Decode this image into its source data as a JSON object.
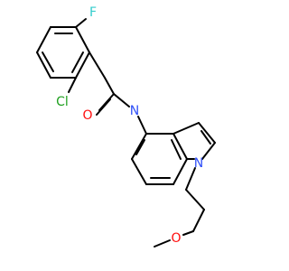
{
  "molecule": {
    "atoms": [
      {
        "id": "F",
        "symbol": "F",
        "color": "#33cccc"
      },
      {
        "id": "Cl",
        "symbol": "Cl",
        "color": "#1fa01f"
      },
      {
        "id": "O1",
        "symbol": "O",
        "color": "#ff0d0d"
      },
      {
        "id": "N1",
        "symbol": "N",
        "color": "#3050f8"
      },
      {
        "id": "N2",
        "symbol": "N",
        "color": "#3050f8"
      },
      {
        "id": "O2",
        "symbol": "O",
        "color": "#ff0d0d"
      }
    ]
  }
}
